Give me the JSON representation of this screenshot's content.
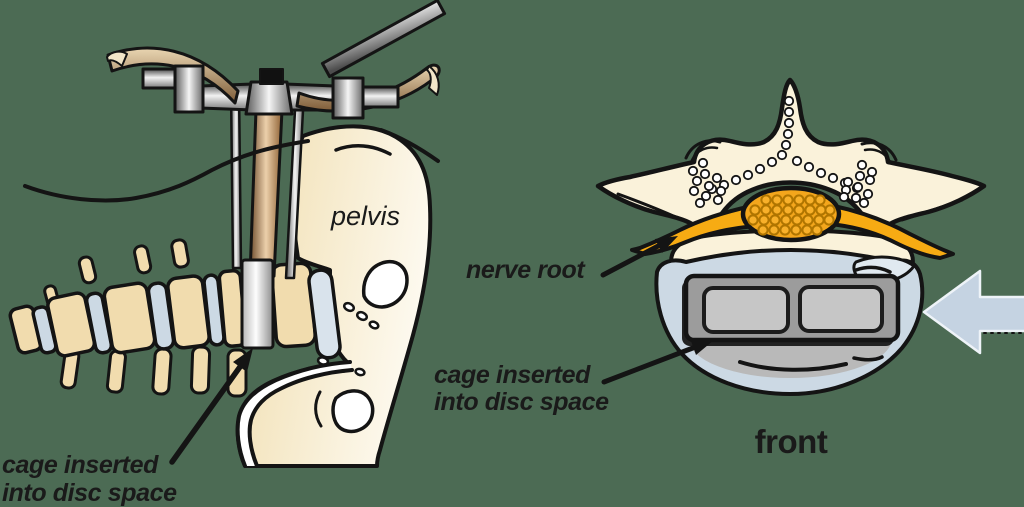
{
  "illustration": {
    "background_color": "#4c6b54",
    "left_panel": {
      "description": "lateral view of lumbar spine and pelvis with retractor and cage inserter",
      "pelvis_label": "pelvis",
      "cage_label": {
        "line1": "cage inserted",
        "line2": "into disc space"
      }
    },
    "right_panel": {
      "description": "axial view of vertebra with interbody cage in disc space",
      "nerve_root_label": "nerve root",
      "cage_label": {
        "line1": "cage inserted",
        "line2": "into disc space"
      },
      "front_label": "front"
    },
    "colors": {
      "bone_tan": "#f1dcae",
      "bone_cream": "#faf2da",
      "disc_blue": "#ccd9e4",
      "nerve_yellow": "#f7ab13",
      "cauda_orange": "#f4a61c",
      "cage_gray": "#9c9c9c",
      "cage_window_gray": "#c6c6c6",
      "insertion_arrow_blue": "#c5d3e2",
      "outline_black": "#141414"
    }
  }
}
